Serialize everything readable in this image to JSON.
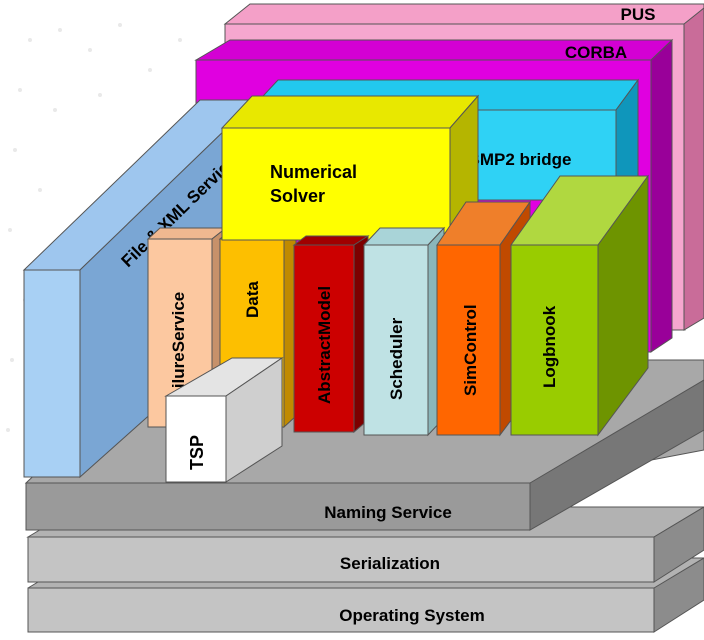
{
  "diagram": {
    "layers": {
      "operating_system": "Operating System",
      "serialization": "Serialization",
      "naming_service": "Naming Service",
      "pus": "PUS",
      "corba": "CORBA",
      "smp2_bridge": "SMP2 bridge",
      "file_xml_service": "File & XML Service"
    },
    "blocks": {
      "numerical_solver_line1": "Numerical",
      "numerical_solver_line2": "Solver",
      "failure_service": "FailureService",
      "data": "Data",
      "tsp": "TSP",
      "abstract_model": "AbstractModel",
      "scheduler": "Scheduler",
      "sim_control": "SimControl",
      "logbnook": "Logbnook"
    }
  }
}
